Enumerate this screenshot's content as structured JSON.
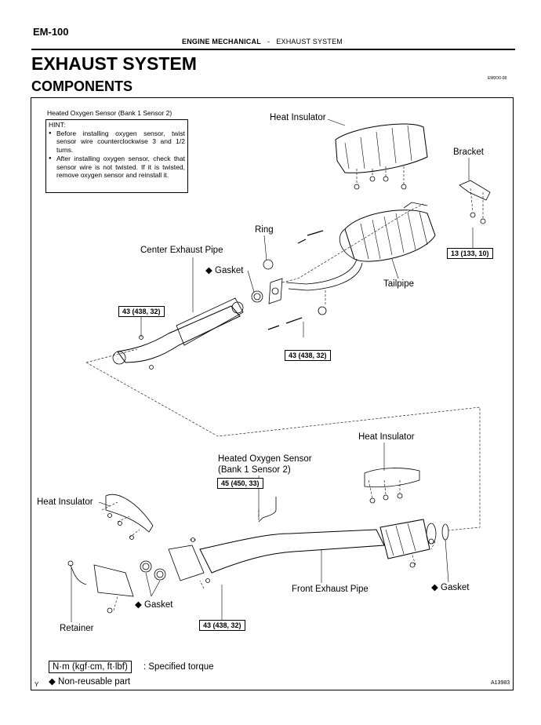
{
  "header": {
    "page_number": "EM-100",
    "section": "ENGINE MECHANICAL",
    "separator": "-",
    "subsection": "EXHAUST SYSTEM",
    "reference_code": "EM0O0-08"
  },
  "title": "EXHAUST SYSTEM",
  "subtitle": "COMPONENTS",
  "hint": {
    "title": "Heated Oxygen Sensor (Bank 1 Sensor 2)",
    "heading": "HINT:",
    "items": [
      "Before installing oxygen sensor, twist sensor wire counterclockwise 3 and 1/2 turns.",
      "After installing oxygen sensor, check that sensor wire is not twisted. If it is twisted, remove oxygen sensor and reinstall it."
    ]
  },
  "labels": {
    "heat_insulator_top": "Heat Insulator",
    "bracket": "Bracket",
    "ring": "Ring",
    "center_exhaust_pipe": "Center Exhaust Pipe",
    "gasket_upper": "◆ Gasket",
    "tailpipe": "Tailpipe",
    "heat_insulator_right": "Heat Insulator",
    "heated_oxygen_sensor": "Heated Oxygen Sensor",
    "heated_oxygen_sensor_bank": "(Bank 1 Sensor 2)",
    "heat_insulator_left": "Heat Insulator",
    "gasket_lower_right": "◆ Gasket",
    "front_exhaust_pipe": "Front Exhaust Pipe",
    "gasket_lower_left": "◆ Gasket",
    "retainer": "Retainer"
  },
  "torques": {
    "bracket": "13 (133, 10)",
    "center_pipe_front": "43 (438, 32)",
    "center_pipe_rear": "43 (438, 32)",
    "oxygen_sensor": "45 (450, 33)",
    "front_pipe": "43 (438, 32)"
  },
  "legend": {
    "torque_unit": "N·m (kgf·cm, ft·lbf)",
    "torque_text": ": Specified torque",
    "nonreusable": "◆ Non-reusable part"
  },
  "figure": {
    "corner_mark": "Y",
    "code": "A13983"
  }
}
